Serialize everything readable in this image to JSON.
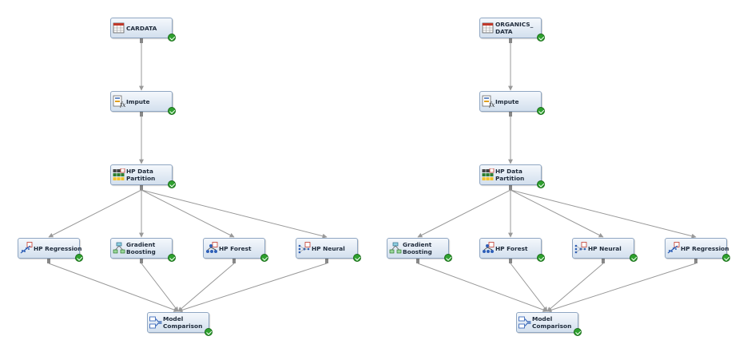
{
  "flows": [
    {
      "nodes": [
        {
          "key": "data",
          "label": "CARDATA",
          "icon": "data-source-icon"
        },
        {
          "key": "impute",
          "label": "Impute",
          "icon": "impute-icon"
        },
        {
          "key": "partition",
          "label": "HP Data\nPartition",
          "icon": "data-partition-icon"
        },
        {
          "key": "m1",
          "label": "HP Regression",
          "icon": "regression-icon"
        },
        {
          "key": "m2",
          "label": "Gradient\nBoosting",
          "icon": "gradient-boosting-icon"
        },
        {
          "key": "m3",
          "label": "HP Forest",
          "icon": "forest-icon"
        },
        {
          "key": "m4",
          "label": "HP Neural",
          "icon": "neural-icon"
        },
        {
          "key": "compare",
          "label": "Model\nComparison",
          "icon": "model-comparison-icon"
        }
      ]
    },
    {
      "nodes": [
        {
          "key": "data",
          "label": "ORGANICS_\nDATA",
          "icon": "data-source-icon"
        },
        {
          "key": "impute",
          "label": "Impute",
          "icon": "impute-icon"
        },
        {
          "key": "partition",
          "label": "HP Data\nPartition",
          "icon": "data-partition-icon"
        },
        {
          "key": "m1",
          "label": "Gradient\nBoosting",
          "icon": "gradient-boosting-icon"
        },
        {
          "key": "m2",
          "label": "HP Forest",
          "icon": "forest-icon"
        },
        {
          "key": "m3",
          "label": "HP Neural",
          "icon": "neural-icon"
        },
        {
          "key": "m4",
          "label": "HP Regression",
          "icon": "regression-icon"
        },
        {
          "key": "compare",
          "label": "Model\nComparison",
          "icon": "model-comparison-icon"
        }
      ]
    }
  ],
  "status": {
    "icon": "success-check-icon",
    "color": "#2ea12e"
  },
  "colors": {
    "connector": "#999999",
    "node_border": "#8fa6c2",
    "node_fill": "#d3e0ee"
  }
}
